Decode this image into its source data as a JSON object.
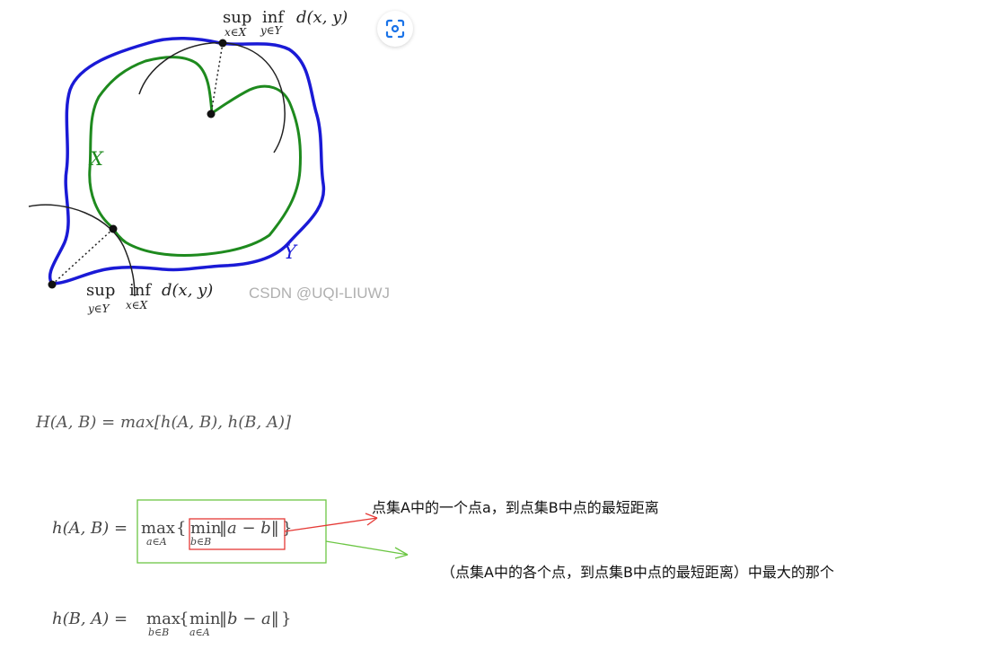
{
  "diagram": {
    "top_label": {
      "op1": "sup",
      "op2": "inf",
      "body": "d(x, y)",
      "sub1": "x∈X",
      "sub2": "y∈Y"
    },
    "bottom_label": {
      "op1": "sup",
      "op2": "inf",
      "body": "d(x, y)",
      "sub1": "y∈Y",
      "sub2": "x∈X"
    },
    "set_x_label": "X",
    "set_y_label": "Y",
    "watermark": "CSDN @UQI-LIUWJ",
    "colors": {
      "set_x": "#1e8a1e",
      "set_y": "#1a1ad6",
      "arc": "#222222"
    }
  },
  "formulas": {
    "H": "H(A, B) = max[h(A, B), h(B, A)]",
    "h_ab": {
      "lhs": "h(A, B) =",
      "outer_op": "max",
      "outer_sub": "a∈A",
      "inner_op": "min",
      "inner_sub": "b∈B",
      "norm": "‖a − b‖"
    },
    "h_ba": {
      "lhs": "h(B, A) =",
      "outer_op": "max",
      "outer_sub": "b∈B",
      "inner_op": "min",
      "inner_sub": "a∈A",
      "norm": "‖b − a‖"
    }
  },
  "annotations": {
    "red_note": "点集A中的一个点a，到点集B中点的最短距离",
    "green_note": "（点集A中的各个点，到点集B中点的最短距离）中最大的那个",
    "colors": {
      "red": "#e53935",
      "green": "#6cc644"
    }
  },
  "toolbar": {
    "scan_icon": "scan-icon"
  }
}
